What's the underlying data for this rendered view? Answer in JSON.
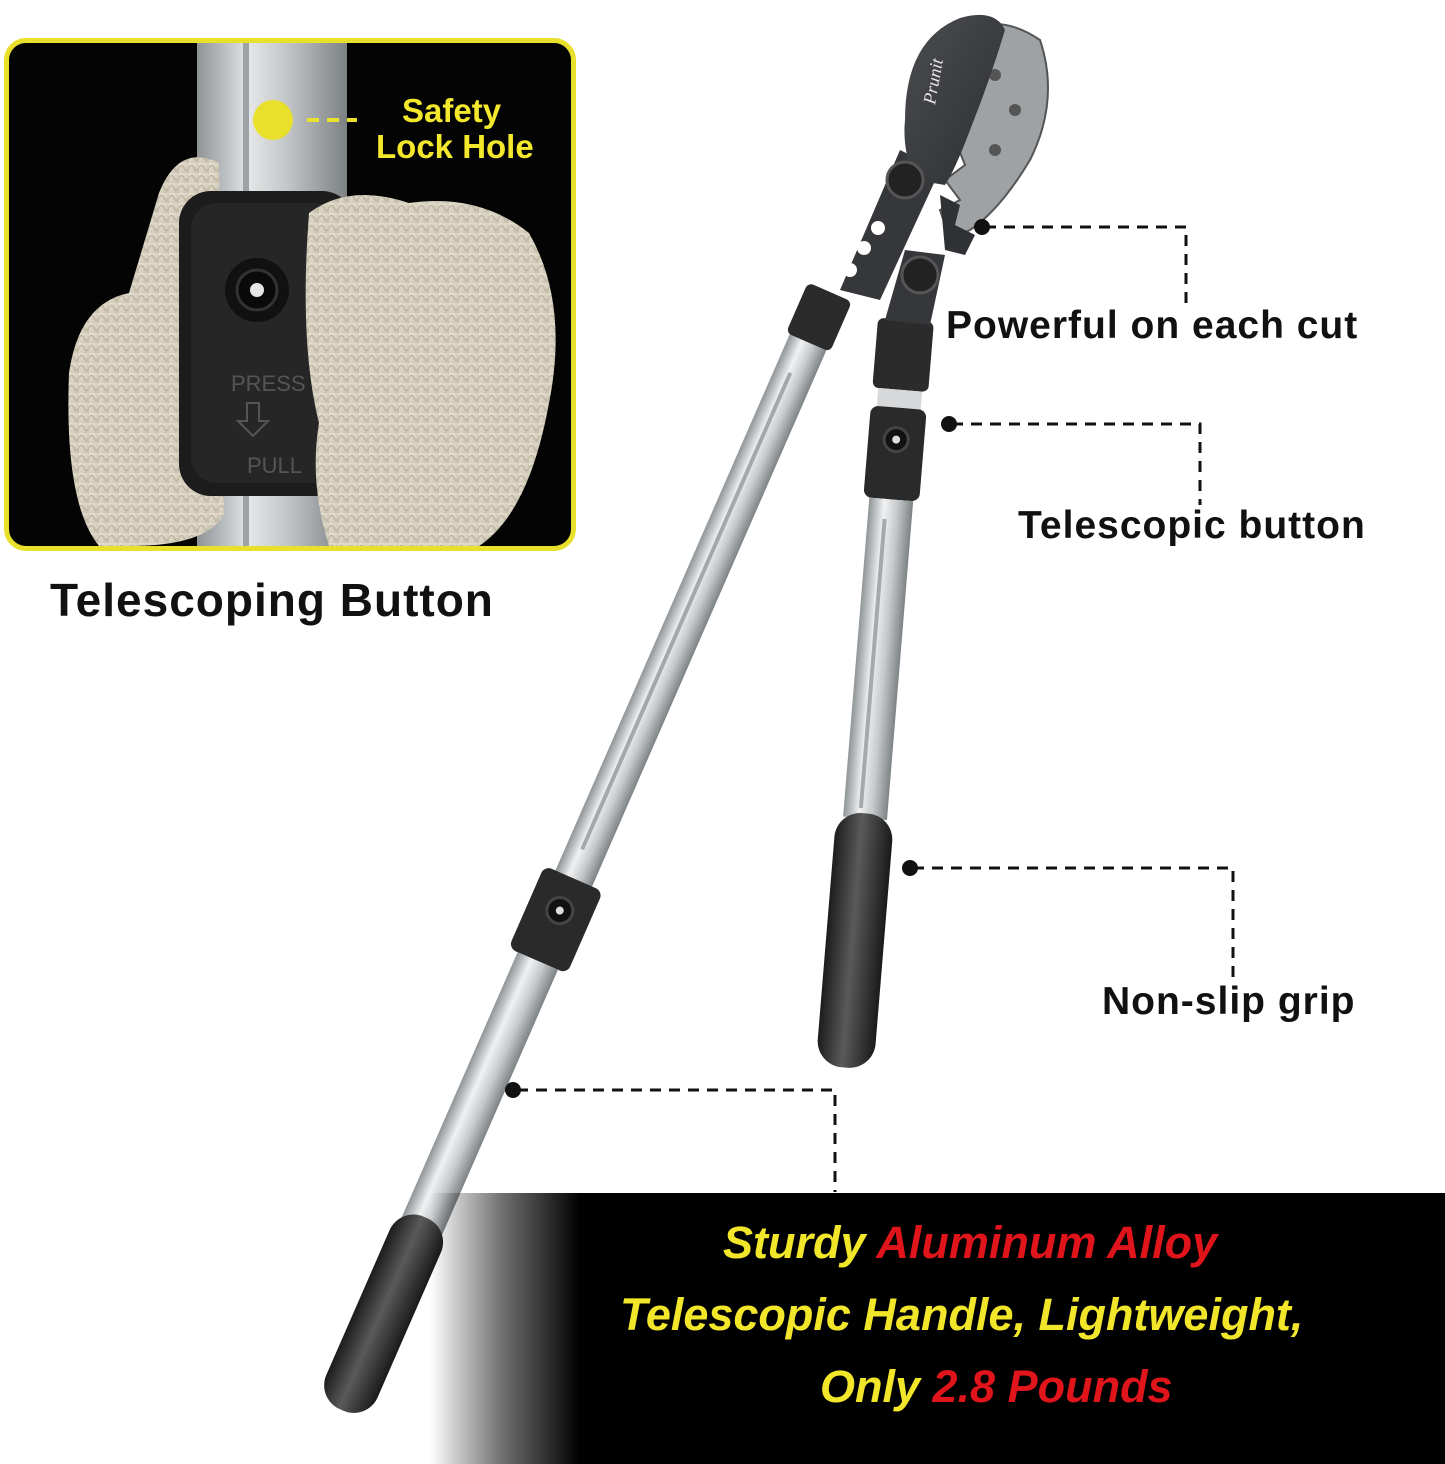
{
  "inset": {
    "safety_label_line1": "Safety",
    "safety_label_line2": "Lock Hole",
    "press_text": "PRESS",
    "pull_text": "PULL",
    "caption": "Telescoping Button",
    "border_color": "#e9e02b"
  },
  "product": {
    "brand_mark": "Prunit"
  },
  "callouts": {
    "cut": "Powerful on each cut",
    "telescopic": "Telescopic button",
    "grip": "Non-slip grip"
  },
  "banner": {
    "line1": {
      "yellow": "Sturdy ",
      "red": "Aluminum Alloy"
    },
    "line2": {
      "yellow": "Telescopic Handle, Lightweight,"
    },
    "line3": {
      "yellow": "Only ",
      "red": "2.8 Pounds"
    }
  },
  "colors": {
    "accent_yellow": "#f2e62a",
    "accent_red": "#e0141b",
    "handle_black": "#2a2a2a",
    "aluminum": "#cfd2d4"
  }
}
